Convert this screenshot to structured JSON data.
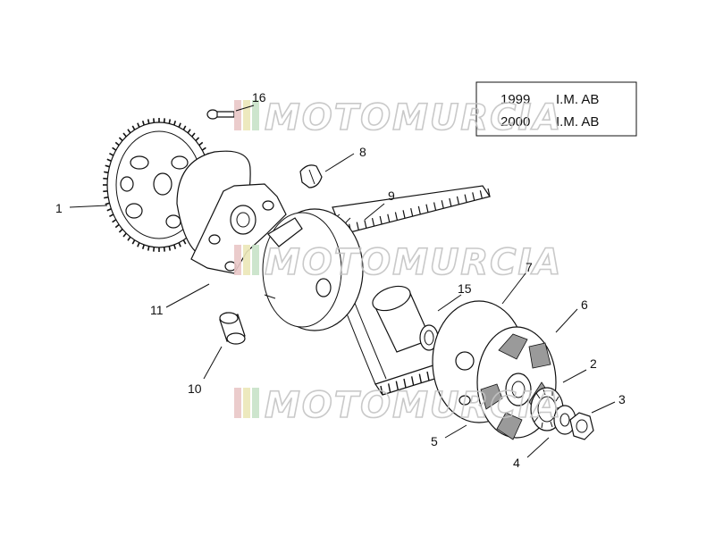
{
  "watermark": {
    "text": "MOTOMURCIA",
    "colors": [
      "#e9c7c7",
      "#ece7b8",
      "#c8e3c8"
    ]
  },
  "year_table": {
    "rows": [
      {
        "year": "1999",
        "code": "I.M. AB"
      },
      {
        "year": "2000",
        "code": "I.M. AB"
      }
    ]
  },
  "callouts": {
    "c1": "1",
    "c2": "2",
    "c3": "3",
    "c4": "4",
    "c5": "5",
    "c6": "6",
    "c7": "7",
    "c8": "8",
    "c9": "9",
    "c10": "10",
    "c11": "11",
    "c15": "15",
    "c16": "16"
  }
}
